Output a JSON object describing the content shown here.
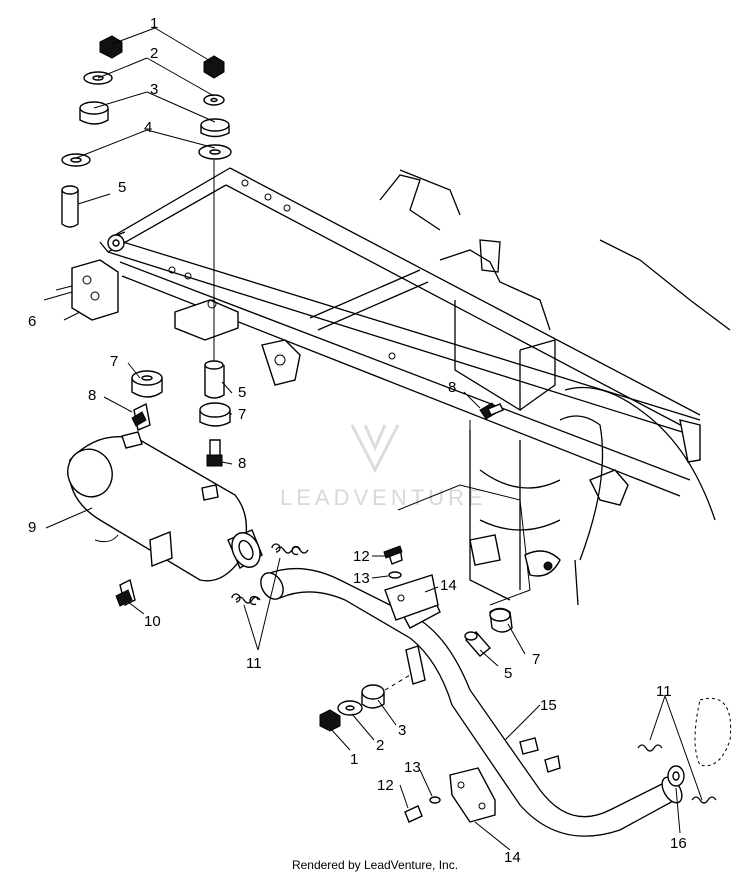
{
  "callouts": {
    "c1a": "1",
    "c2a": "2",
    "c3a": "3",
    "c4a": "4",
    "c5a": "5",
    "c6": "6",
    "c7a": "7",
    "c8a": "8",
    "c5b": "5",
    "c7b": "7",
    "c8b": "8",
    "c8c": "8",
    "c9": "9",
    "c10": "10",
    "c11a": "11",
    "c12a": "12",
    "c13a": "13",
    "c14a": "14",
    "c5c": "5",
    "c7c": "7",
    "c1b": "1",
    "c2b": "2",
    "c3b": "3",
    "c15": "15",
    "c12b": "12",
    "c13b": "13",
    "c14b": "14",
    "c11b": "11",
    "c16": "16"
  },
  "watermark": "LEADVENTURE",
  "footer": "Rendered by LeadVenture, Inc."
}
